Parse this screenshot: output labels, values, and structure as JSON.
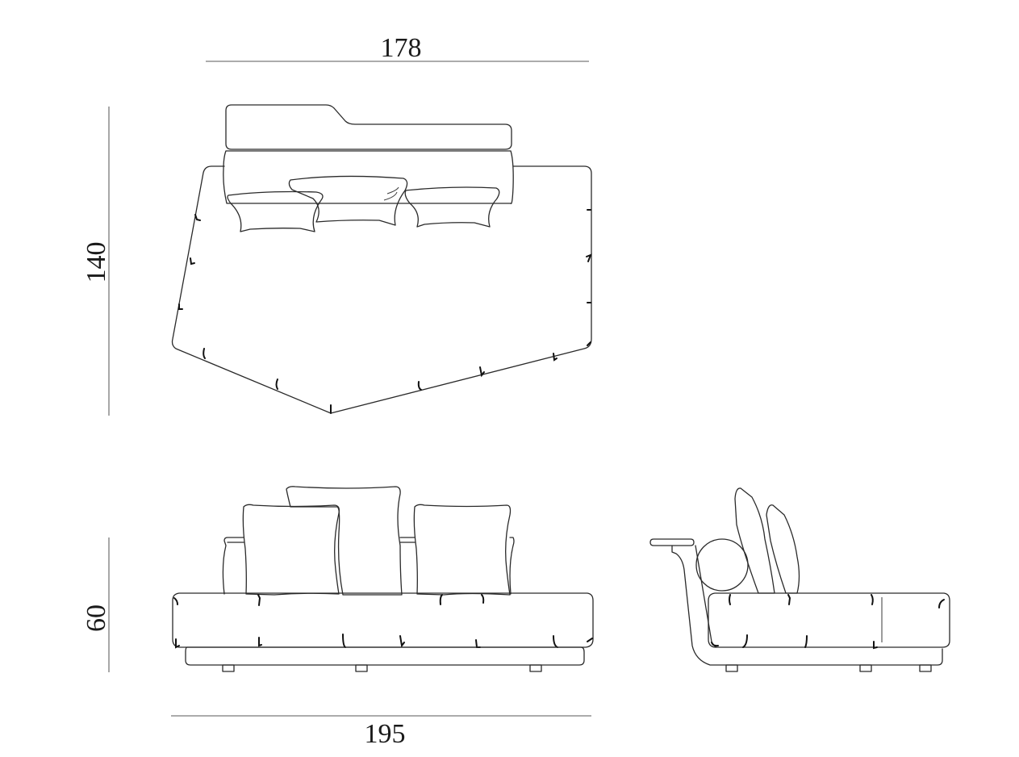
{
  "drawing": {
    "subject": "Sofa orthographic technical drawing",
    "units": "cm",
    "views": [
      "top-view",
      "front-view",
      "side-view"
    ]
  },
  "dimensions": {
    "top_width": {
      "label": "178"
    },
    "top_depth": {
      "label": "140"
    },
    "height": {
      "label": "60"
    },
    "front_width": {
      "label": "195"
    }
  },
  "colors": {
    "line": "#2a2a2a",
    "dimension_line": "#7a7a7a",
    "text": "#1a1a1a",
    "background": "#ffffff"
  }
}
